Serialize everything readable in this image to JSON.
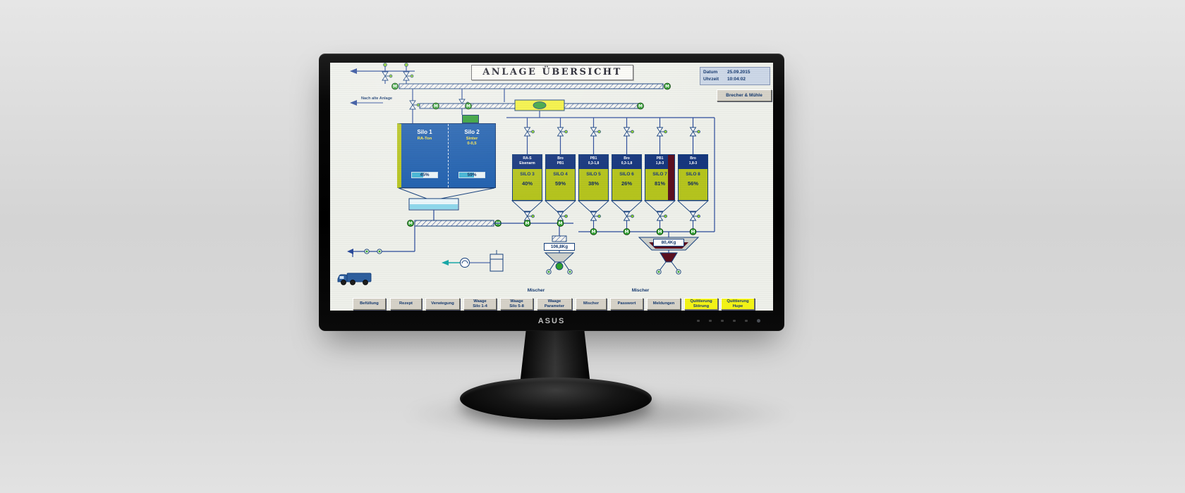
{
  "monitor": {
    "brand": "ASUS"
  },
  "scada": {
    "title": "ANLAGE ÜBERSICHT",
    "header": {
      "date_label": "Datum",
      "date_value": "25.09.2015",
      "time_label": "Uhrzeit",
      "time_value": "10:04:02",
      "nav_button_label": "Brecher & Mühle"
    },
    "back_link": "Nach alte Anlage",
    "big_silos": [
      {
        "name": "Silo 1",
        "material": "RA-Ton",
        "fill_pct": "45%"
      },
      {
        "name": "Silo 2",
        "material": "Sinter\n0-0,5",
        "fill_pct": "59%"
      }
    ],
    "silos": [
      {
        "material": "RA-S\nEisenarm",
        "name": "SILO 3",
        "fill_pct": "40%"
      },
      {
        "material": "Bro\nPB1",
        "name": "SILO 4",
        "fill_pct": "59%"
      },
      {
        "material": "PB1\n0,3-1,8",
        "name": "SILO 5",
        "fill_pct": "38%"
      },
      {
        "material": "Bro\n0,3-1,8",
        "name": "SILO 6",
        "fill_pct": "26%"
      },
      {
        "material": "PB1\n1,8-3",
        "name": "SILO 7",
        "fill_pct": "81%"
      },
      {
        "material": "Bro\n1,8-3",
        "name": "SILO 8",
        "fill_pct": "56%"
      }
    ],
    "mixers": [
      {
        "weight": "106,8Kg",
        "label": "Mischer"
      },
      {
        "weight": "80,4Kg",
        "label": "Mischer"
      }
    ],
    "buttons": [
      {
        "label": "Befüllung"
      },
      {
        "label": "Rezept"
      },
      {
        "label": "Verwiegung"
      },
      {
        "label": "Waage\nSilo 1-4"
      },
      {
        "label": "Waage\nSilo 5-8"
      },
      {
        "label": "Waage\nParameter"
      },
      {
        "label": "Mischer"
      },
      {
        "label": "Passwort"
      },
      {
        "label": "Meldungen"
      },
      {
        "label": "Quittierung\nStörung",
        "highlight": true
      },
      {
        "label": "Quittierung\nHupe",
        "highlight": true
      }
    ],
    "colors": {
      "silo_body": "#b5c41e",
      "silo_header": "#17377e",
      "tank_blue": "#1f5fae",
      "pipe_blue": "#2a4a9a",
      "motor_green": "#2ea02e",
      "alarm_yellow": "#f4f416",
      "material_maroon": "#5c1020"
    },
    "icons": [
      "motor-icon",
      "valve-icon",
      "ball-valve-icon",
      "truck-icon",
      "pump-icon",
      "flow-arrow-icon"
    ]
  }
}
